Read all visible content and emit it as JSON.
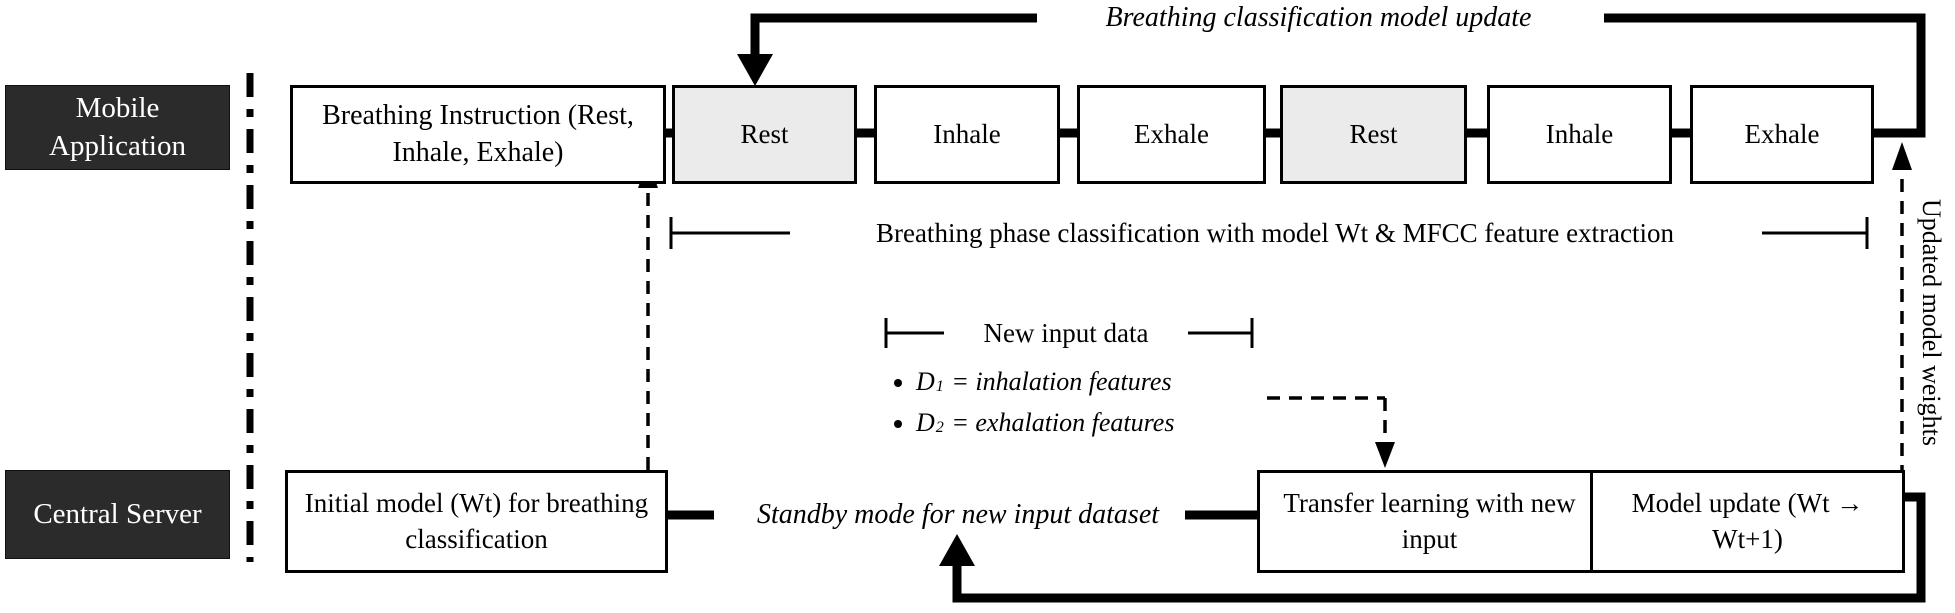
{
  "title": "Breathing classification model update",
  "lanes": {
    "mobile": "Mobile Application",
    "server": "Central Server"
  },
  "mobile_flow": {
    "instruction_box": "Breathing Instruction (Rest, Inhale, Exhale)",
    "sequence": [
      "Rest",
      "Inhale",
      "Exhale",
      "Rest",
      "Inhale",
      "Exhale"
    ],
    "bracket_label": "Breathing phase classification with model Wt & MFCC feature extraction"
  },
  "new_input": {
    "bracket_label": "New input data",
    "bullets": [
      {
        "var": "D",
        "sub": "1",
        "desc": " = inhalation features"
      },
      {
        "var": "D",
        "sub": "2",
        "desc": " = exhalation features"
      }
    ]
  },
  "server_flow": {
    "initial_model_box": "Initial model (Wt) for breathing classification",
    "standby_label": "Standby mode for new input dataset",
    "transfer_box": "Transfer learning with new input",
    "model_update_box": "Model update (Wt → Wt+1)",
    "updated_weights_label": "Updated model weights"
  },
  "colors": {
    "lane_box_bg": "#2b2b2b",
    "lane_box_text": "#ffffff",
    "shaded_box_bg": "#ebebeb",
    "line": "#000000",
    "background": "#ffffff"
  }
}
